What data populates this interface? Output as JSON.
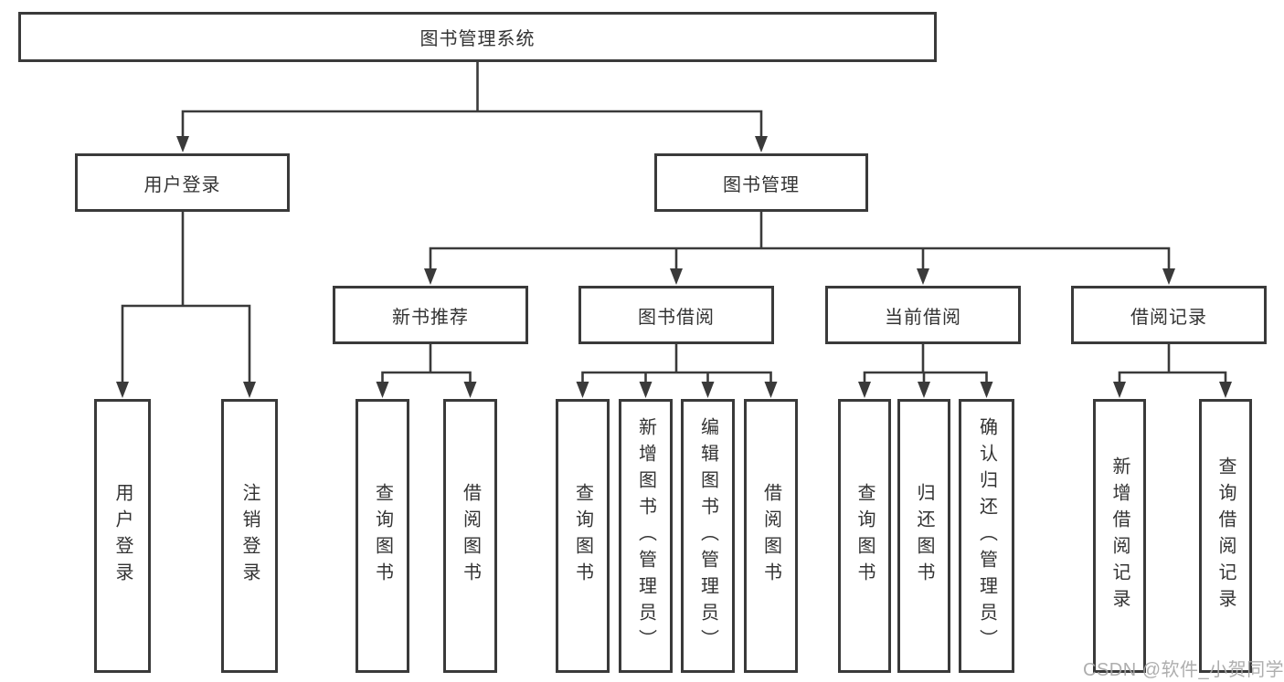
{
  "tree": {
    "label": "图书管理系统",
    "children": [
      {
        "label": "用户登录",
        "children": [
          {
            "label": "用户登录"
          },
          {
            "label": "注销登录"
          }
        ]
      },
      {
        "label": "图书管理",
        "children": [
          {
            "label": "新书推荐",
            "children": [
              {
                "label": "查询图书"
              },
              {
                "label": "借阅图书"
              }
            ]
          },
          {
            "label": "图书借阅",
            "children": [
              {
                "label": "查询图书"
              },
              {
                "label": "新增图书（管理员）"
              },
              {
                "label": "编辑图书（管理员）"
              },
              {
                "label": "借阅图书"
              }
            ]
          },
          {
            "label": "当前借阅",
            "children": [
              {
                "label": "查询图书"
              },
              {
                "label": "归还图书"
              },
              {
                "label": "确认归还（管理员）"
              }
            ]
          },
          {
            "label": "借阅记录",
            "children": [
              {
                "label": "新增借阅记录"
              },
              {
                "label": "查询借阅记录"
              }
            ]
          }
        ]
      }
    ]
  },
  "watermark": {
    "text": "CSDN @软件_小贺同学"
  },
  "colors": {
    "line": "#3a3a3a",
    "box_border": "#3a3a3a",
    "text": "#333333",
    "watermark": "#a6a6a6",
    "background": "#ffffff"
  }
}
